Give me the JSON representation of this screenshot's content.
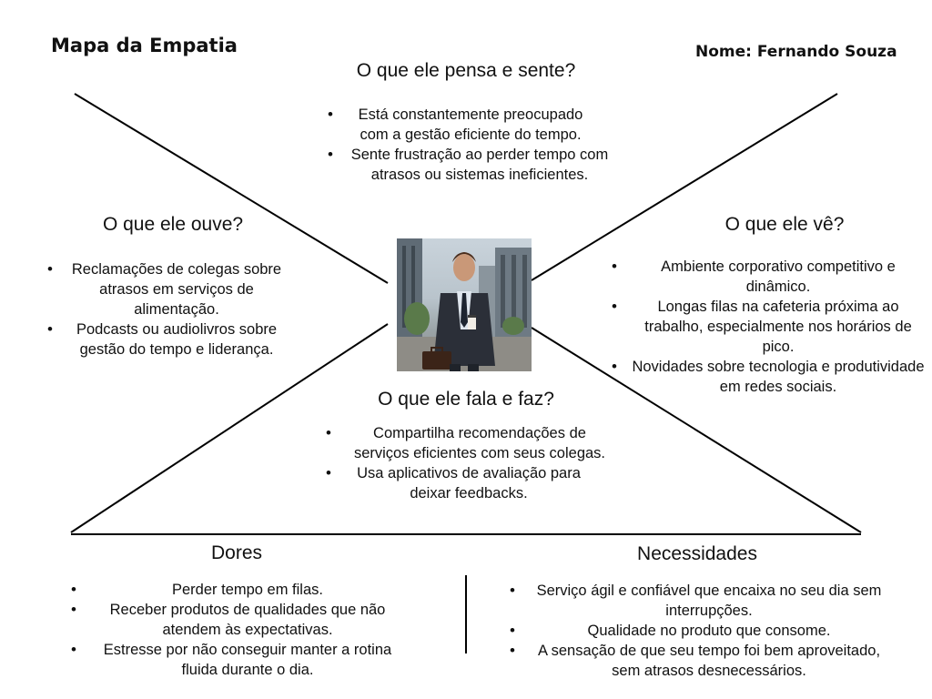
{
  "header": {
    "title": "Mapa da Empatia",
    "name": "Nome: Fernando Souza"
  },
  "sections": {
    "thinks": {
      "heading": "O que ele pensa e sente?",
      "items": [
        "Está constantemente preocupado com a gestão eficiente do tempo.",
        "Sente frustração ao perder tempo com atrasos ou sistemas ineficientes."
      ]
    },
    "hears": {
      "heading": "O que ele ouve?",
      "items": [
        "Reclamações de colegas sobre atrasos em serviços de alimentação.",
        "Podcasts ou audiolivros sobre gestão do tempo e liderança."
      ]
    },
    "sees": {
      "heading": "O que ele vê?",
      "items": [
        "Ambiente corporativo competitivo e dinâmico.",
        "Longas filas na cafeteria próxima ao trabalho, especialmente nos horários de pico.",
        "Novidades sobre tecnologia e produtividade em redes sociais."
      ]
    },
    "says": {
      "heading": "O que ele fala e faz?",
      "items": [
        "Compartilha recomendações de serviços eficientes com seus colegas.",
        "Usa aplicativos de avaliação para deixar feedbacks."
      ]
    },
    "pains": {
      "heading": "Dores",
      "items": [
        "Perder tempo em filas.",
        "Receber produtos de qualidades que não atendem às expectativas.",
        "Estresse por não conseguir manter a rotina fluida durante o dia."
      ]
    },
    "needs": {
      "heading": "Necessidades",
      "items": [
        "Serviço ágil e confiável que encaixa no seu dia sem interrupções.",
        "Qualidade no produto que consome.",
        "A sensação de que seu tempo foi bem aproveitado, sem atrasos desnecessários."
      ]
    }
  },
  "persona_image": {
    "subject": "man in dark suit holding coffee cup and briefcase in city street"
  },
  "colors": {
    "lines": "#000000",
    "text": "#111111",
    "background": "#ffffff"
  }
}
